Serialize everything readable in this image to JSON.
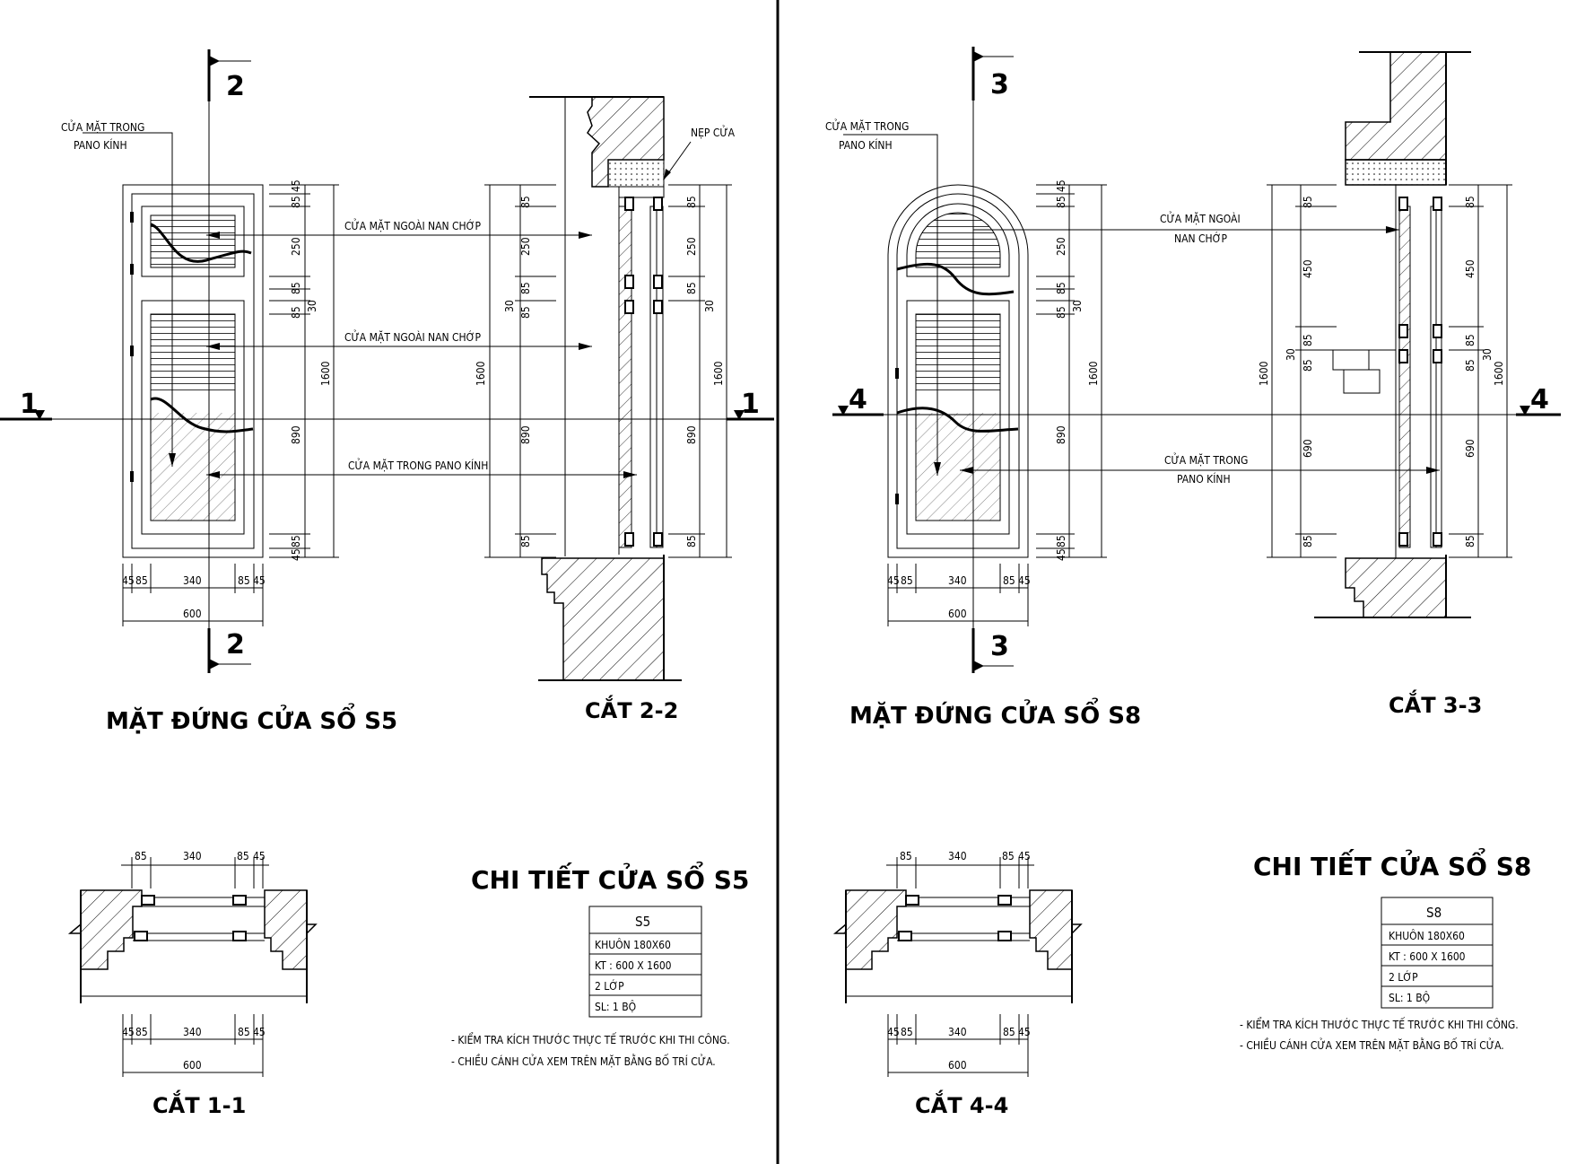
{
  "s5": {
    "elevation_title": "MẶT ĐỨNG CỬA SỔ S5",
    "section_22_title": "CẮT 2-2",
    "section_11_title": "CẮT 1-1",
    "detail_title": "CHI TIẾT CỬA SỔ S5",
    "marker_top": "2",
    "marker_bottom": "2",
    "marker_left": "1",
    "marker_right": "1",
    "label_inner_glass_top": [
      "CỬA MẶT TRONG",
      "PANO KÍNH"
    ],
    "label_outer_louver_1": "CỬA MẶT NGOÀI NAN CHỚP",
    "label_outer_louver_2": "CỬA MẶT NGOÀI NAN CHỚP",
    "label_inner_glass_mid": "CỬA MẶT TRONG PANO KÍNH",
    "label_trim": "NẸP CỬA",
    "dims_vertical": [
      "85",
      "45",
      "250",
      "85",
      "85",
      "30",
      "890",
      "45",
      "85",
      "1600"
    ],
    "dims_horizontal": [
      "45",
      "85",
      "340",
      "85",
      "45",
      "600"
    ],
    "table": {
      "header": "S5",
      "rows": [
        "KHUÔN 180X60",
        "KT : 600 X 1600",
        "2 LỚP",
        "SL: 1 BỘ"
      ]
    },
    "notes": [
      "- KIỂM TRA KÍCH THƯỚC THỰC TẾ TRƯỚC KHI THI CÔNG.",
      "- CHIỀU CÁNH CỬA XEM TRÊN MẶT BẰNG BỐ TRÍ CỬA."
    ]
  },
  "s8": {
    "elevation_title": "MẶT ĐỨNG CỬA SỔ S8",
    "section_33_title": "CẮT 3-3",
    "section_44_title": "CẮT 4-4",
    "detail_title": "CHI TIẾT CỬA SỔ S8",
    "marker_top": "3",
    "marker_bottom": "3",
    "marker_left": "4",
    "marker_right": "4",
    "label_inner_glass_top": [
      "CỬA MẶT TRONG",
      "PANO KÍNH"
    ],
    "label_outer_louver": [
      "CỬA MẶT NGOÀI",
      "NAN CHỚP"
    ],
    "label_inner_glass_mid": [
      "CỬA MẶT TRONG",
      "PANO KÍNH"
    ],
    "dims_vertical": [
      "85",
      "45",
      "250",
      "85",
      "85",
      "30",
      "890",
      "45",
      "85",
      "1600",
      "450",
      "690"
    ],
    "dims_horizontal": [
      "45",
      "85",
      "340",
      "85",
      "45",
      "600"
    ],
    "table": {
      "header": "S8",
      "rows": [
        "KHUÔN 180X60",
        "KT : 600 X 1600",
        "2 LỚP",
        "SL: 1 BỘ"
      ]
    },
    "notes": [
      "- KIỂM TRA KÍCH THƯỚC THỰC TẾ TRƯỚC KHI THI CÔNG.",
      "- CHIỀU CÁNH CỬA XEM TRÊN MẶT BẰNG BỐ TRÍ CỬA."
    ]
  }
}
